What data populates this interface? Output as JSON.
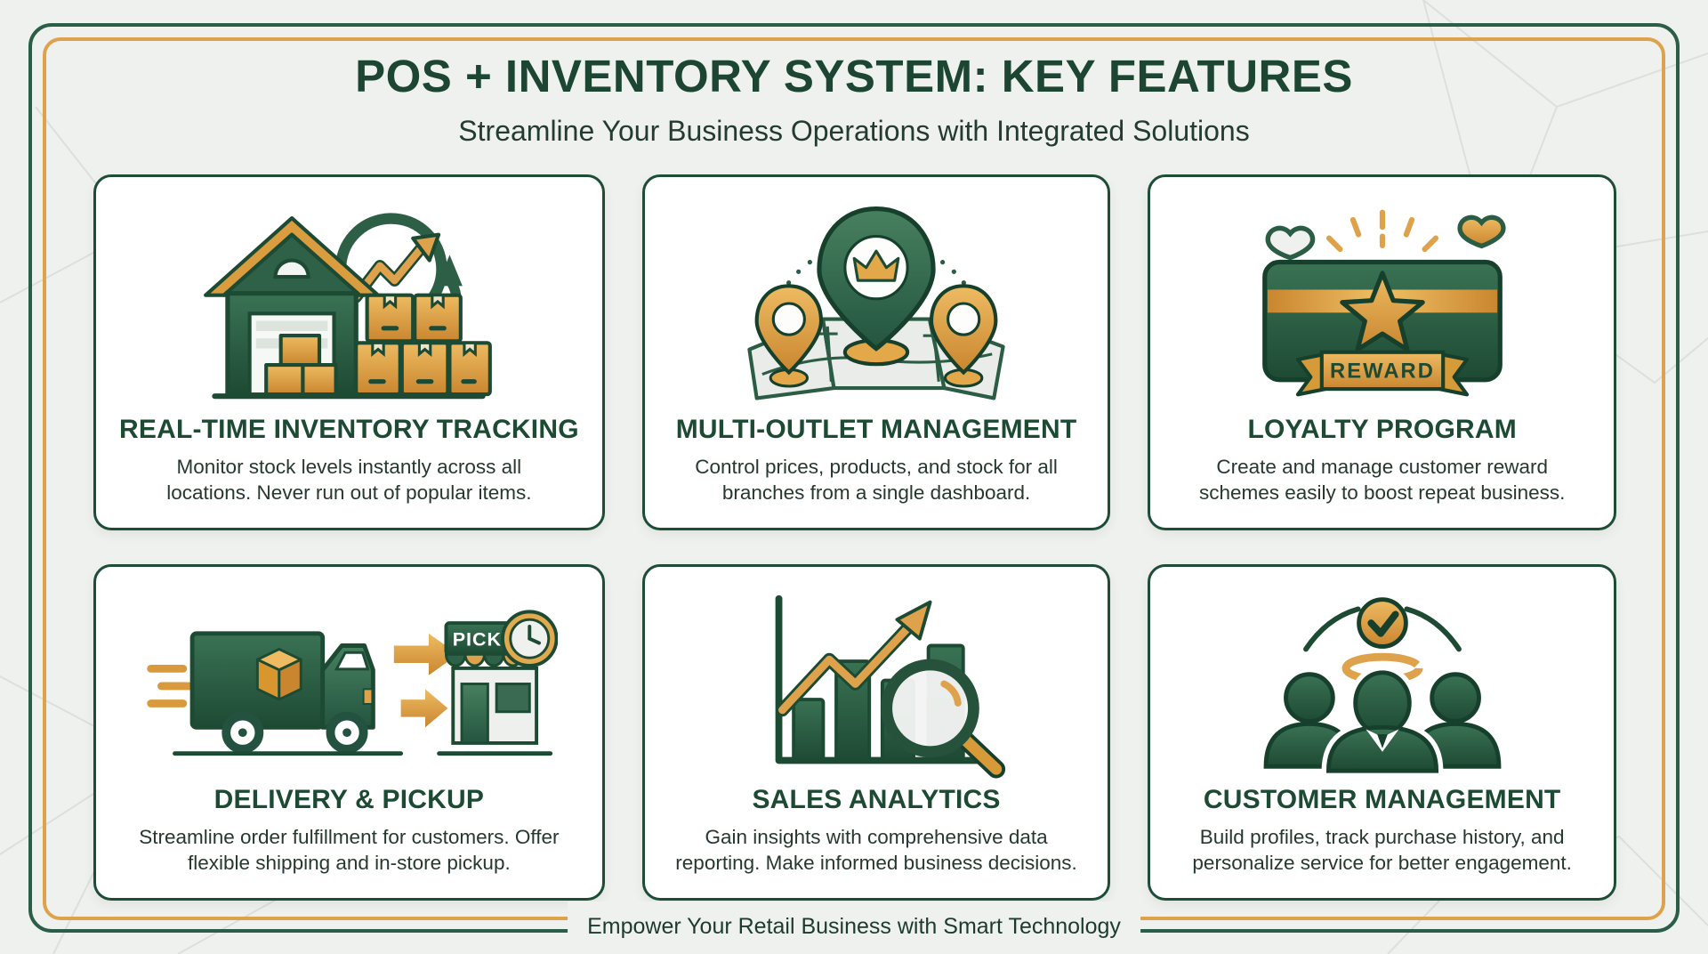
{
  "page": {
    "title": "POS + INVENTORY SYSTEM: KEY FEATURES",
    "subtitle": "Streamline Your Business Operations with Integrated Solutions",
    "footer": "Empower Your Retail Business with Smart Technology"
  },
  "colors": {
    "outer_border_green": "#2b5e46",
    "inner_border_gold": "#dfa24c",
    "heading_green": "#1c4632",
    "card_border_green": "#1e4d36",
    "body_text": "#27392f",
    "accent_gold": "#d99a3c",
    "background": "#eff1ef",
    "card_background": "#ffffff"
  },
  "cards": [
    {
      "icon": "warehouse-inventory-growth-icon",
      "title": "REAL-TIME INVENTORY TRACKING",
      "description": "Monitor stock levels instantly across all locations. Never run out of popular items."
    },
    {
      "icon": "map-location-pins-icon",
      "title": "MULTI-OUTLET MANAGEMENT",
      "description": "Control prices, products, and stock for all branches from a single dashboard."
    },
    {
      "icon": "reward-card-icon",
      "title": "LOYALTY PROGRAM",
      "description": "Create and manage customer reward schemes easily to boost repeat business.",
      "badge_text": "REWARD"
    },
    {
      "icon": "delivery-truck-store-icon",
      "title": "DELIVERY & PICKUP",
      "description": "Streamline order fulfillment for customers. Offer flexible shipping and in-store pickup.",
      "badge_text": "PICKUP"
    },
    {
      "icon": "bar-chart-magnifier-icon",
      "title": "SALES ANALYTICS",
      "description": "Gain insights with comprehensive data reporting. Make informed business decisions."
    },
    {
      "icon": "customer-group-icon",
      "title": "CUSTOMER MANAGEMENT",
      "description": "Build profiles, track purchase history, and personalize service for better engagement."
    }
  ]
}
